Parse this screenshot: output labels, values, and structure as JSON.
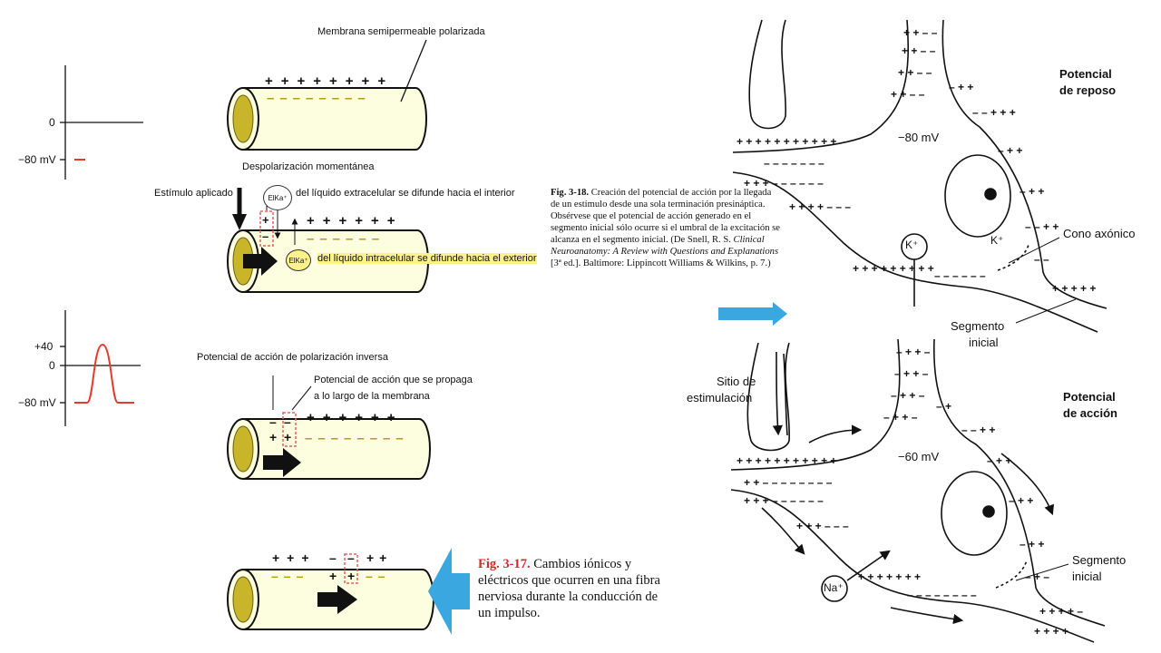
{
  "fig17": {
    "label_membrane": "Membrana semipermeable polarizada",
    "label_depolarization": "Despolarización momentánea",
    "label_stimulus": "Estímulo aplicado",
    "ion_in_symbol": "ElKa⁺",
    "label_ion_in": "del líquido extracelular se difunde hacia el interior",
    "ion_out_symbol": "ElKa⁺",
    "label_ion_out": "del líquido intracelular se difunde hacia el exterior",
    "label_reversed": "Potencial de acción de polarización inversa",
    "label_propagates_line1": "Potencial de acción que se propaga",
    "label_propagates_line2": "a lo largo de la membrana",
    "caption_number": "Fig. 3-17.",
    "caption_text": "Cambios iónicos y eléctricos que ocurren en una fibra nerviosa durante la conducción de un impulso."
  },
  "graph_top": {
    "tick_zero": "0",
    "tick_minus80": "−80 mV"
  },
  "graph_bottom": {
    "tick_plus40": "+40",
    "tick_zero": "0",
    "tick_minus80": "−80 mV"
  },
  "fig18": {
    "caption_number": "Fig. 3-18.",
    "caption_text_1": "Creación del potencial de acción por la llegada de un estímulo desde una sola terminación presináptica. Obsérvese que el potencial de acción generado en el segmento inicial sólo ocurre si el umbral de la excitación se alcanza en el segmento inicial. (De Snell, R. S. ",
    "caption_italic": "Clinical Neuroanatomy: A Review with Questions and Explanations",
    "caption_text_2": " [3ª ed.]. Baltimore: Lippincott Williams & Wilkins, p. 7.)",
    "top_title_line1": "Potencial",
    "top_title_line2": "de reposo",
    "top_voltage": "−80 mV",
    "top_ion_circle": "K⁺",
    "top_ion_inside": "K⁺",
    "label_axon_hillock": "Cono axónico",
    "label_initial_segment_top_1": "Segmento",
    "label_initial_segment_top_2": "inicial",
    "bottom_title_line1": "Potencial",
    "bottom_title_line2": "de acción",
    "label_stim_site_1": "Sitio de",
    "label_stim_site_2": "estimulación",
    "bottom_voltage": "−60 mV",
    "bottom_ion_circle": "Na⁺",
    "label_initial_segment_bottom_1": "Segmento",
    "label_initial_segment_bottom_2": "inicial"
  },
  "colors": {
    "fiber_fill": "#fdfde0",
    "fiber_end": "#c8b52a",
    "highlight_arrow": "#3aa7e0",
    "trace_red": "#e53b2c",
    "box_red": "#e06060"
  }
}
